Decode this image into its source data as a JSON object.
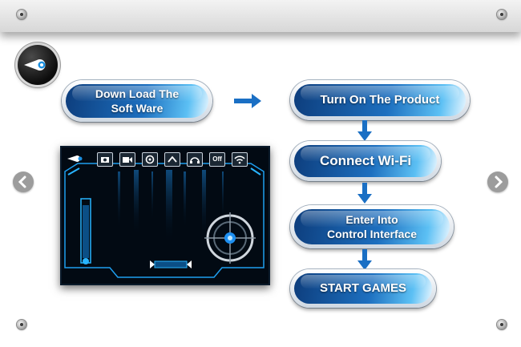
{
  "steps": {
    "download": "Down Load The\nSoft Ware",
    "turn_on": "Turn On The Product",
    "connect": "Connect Wi-Fi",
    "enter": "Enter Into\nControl Interface",
    "start": "START GAMES"
  },
  "app_preview": {
    "toolbar_icons": [
      "logo-icon",
      "camera-icon",
      "video-icon",
      "rotate-icon",
      "gravity-icon",
      "headphones-icon",
      "off-icon",
      "wifi-icon"
    ],
    "off_label": "Off"
  },
  "colors": {
    "accent": "#1a6fc4",
    "button_dark": "#0d3d7c",
    "button_light": "#5cc0f4",
    "screen_bg": "#030b14",
    "neon": "#28b4ff"
  }
}
